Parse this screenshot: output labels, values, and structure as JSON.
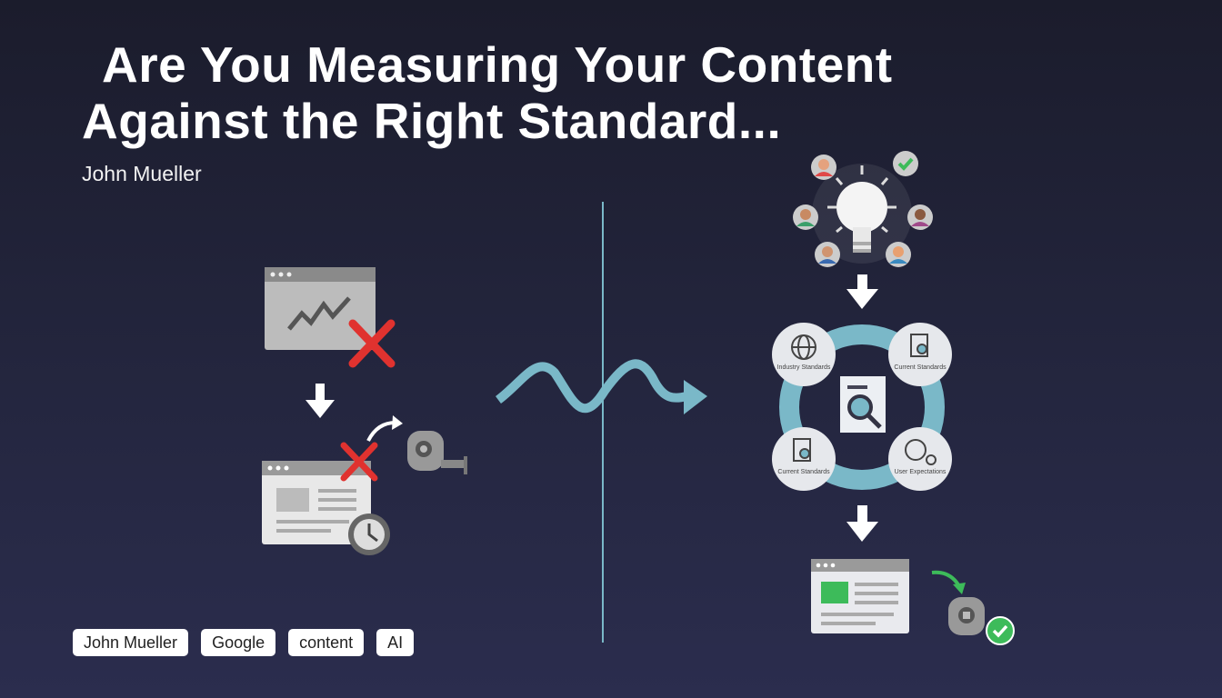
{
  "title": {
    "line1": "Are You Measuring Your Content",
    "line2": "Against the Right Standard..."
  },
  "author": "John Mueller",
  "tags": [
    "John Mueller",
    "Google",
    "content",
    "AI"
  ],
  "diagram": {
    "nodes": [
      "Industry Standards",
      "Current Standards",
      "Current Standards",
      "User Expectations"
    ]
  },
  "colors": {
    "accent": "#7ab8c8",
    "error": "#e0322f",
    "success": "#3dbb5a"
  }
}
